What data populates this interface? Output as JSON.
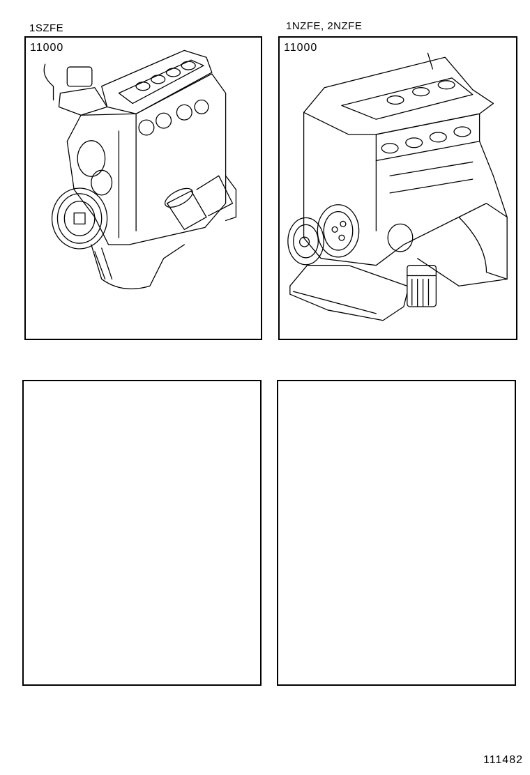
{
  "panels": [
    {
      "engine_label": "1SZFE",
      "part_number": "11000",
      "illustration": "engine-assembly-1szfe"
    },
    {
      "engine_label": "1NZFE, 2NZFE",
      "part_number": "11000",
      "illustration": "engine-assembly-1nzfe-2nzfe"
    },
    {
      "engine_label": "",
      "part_number": "",
      "illustration": ""
    },
    {
      "engine_label": "",
      "part_number": "",
      "illustration": ""
    }
  ],
  "figure_number": "111482"
}
